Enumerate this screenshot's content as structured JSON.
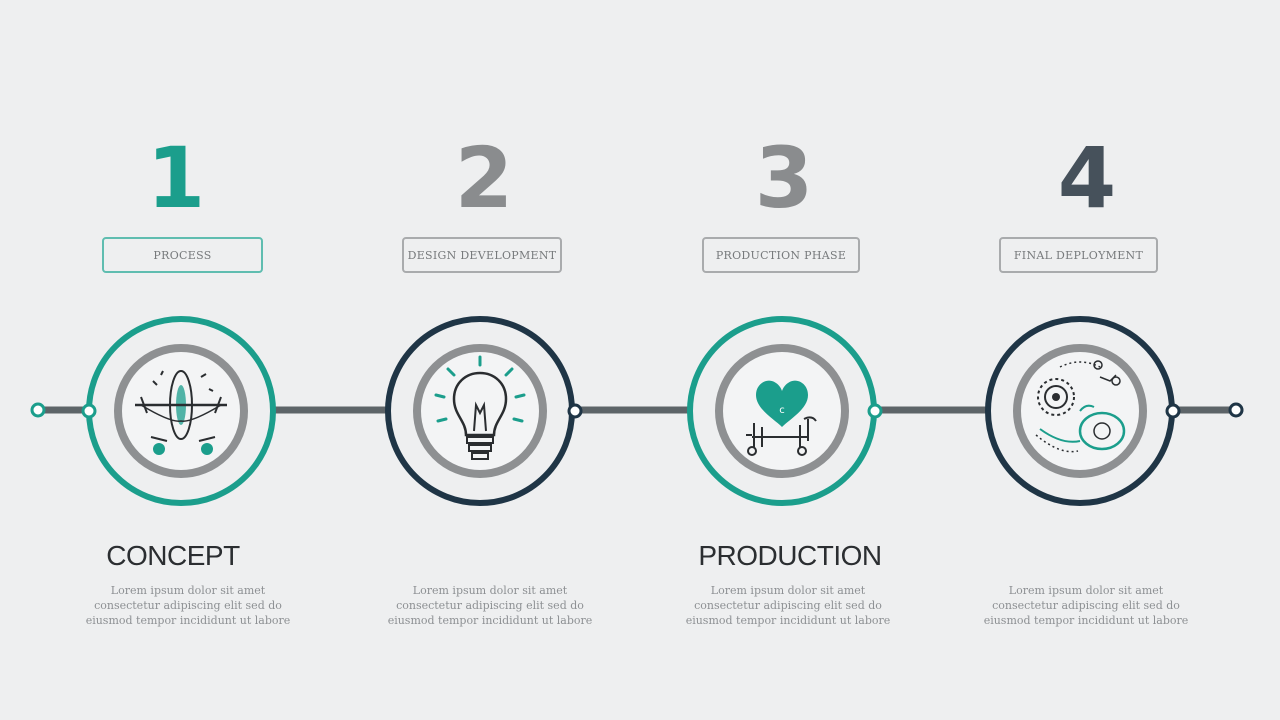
{
  "colors": {
    "teal": "#1b9e8c",
    "navy": "#1f3546",
    "gray": "#8a8c8e",
    "dark_gray": "#46515b",
    "line": "#5d6468",
    "background": "#eeeff0"
  },
  "steps": [
    {
      "number": "1",
      "tag": "PROCESS",
      "title": "CONCEPT",
      "body": "Lorem ipsum dolor sit amet consectetur adipiscing elit sed do eiusmod tempor incididunt ut labore",
      "ring_color": "teal",
      "number_color": "teal",
      "icon": "airplane-icon"
    },
    {
      "number": "2",
      "tag": "DESIGN DEVELOPMENT",
      "title": "",
      "body": "Lorem ipsum dolor sit amet consectetur adipiscing elit sed do eiusmod tempor incididunt ut labore",
      "ring_color": "navy",
      "number_color": "gray",
      "icon": "lightbulb-icon"
    },
    {
      "number": "3",
      "tag": "PRODUCTION PHASE",
      "title": "PRODUCTION",
      "body": "Lorem ipsum dolor sit amet consectetur adipiscing elit sed do eiusmod tempor incididunt ut labore",
      "ring_color": "teal",
      "number_color": "gray",
      "icon": "heart-machine-icon"
    },
    {
      "number": "4",
      "tag": "FINAL DEPLOYMENT",
      "title": "",
      "body": "Lorem ipsum dolor sit amet consectetur adipiscing elit sed do eiusmod tempor incididunt ut labore",
      "ring_color": "navy",
      "number_color": "dark_gray",
      "icon": "gear-circuit-icon"
    }
  ]
}
